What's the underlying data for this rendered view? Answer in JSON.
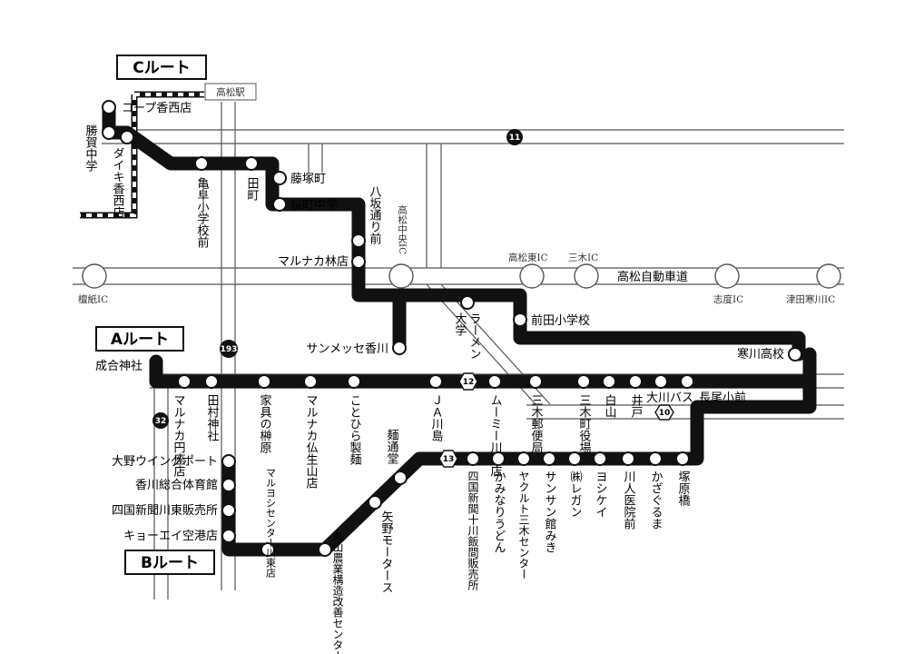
{
  "routes": {
    "a": "Aルート",
    "b": "Bルート",
    "c": "Cルート"
  },
  "station": "高松駅",
  "expressway": "高松自動車道",
  "interchanges": {
    "hiyoshi": "檀紙IC",
    "chuo": "高松中央IC",
    "higashi": "高松東IC",
    "miki": "三木IC",
    "shido": "志度IC",
    "tsuda": "津田寒川IC"
  },
  "road_numbers": {
    "r11": "11",
    "r193": "193",
    "r32": "32",
    "r12": "12",
    "r10": "10",
    "r13": "13"
  },
  "stops_c": {
    "coop": "コープ香西店",
    "katsuga": "勝賀中学",
    "daiki": "ダイキ香西店",
    "kamefuku": "亀阜小学校前",
    "tamachi": "田町",
    "fujitsuka": "藤塚町",
    "sakuramachi": "桜町中学",
    "yasaka": "八坂通り前",
    "marunaka_hayashi": "マルナカ林店",
    "sunmesse": "サンメッセ香川",
    "daigaku": "大学",
    "ramen": "ラーメン",
    "maeda": "前田小学校",
    "samukawa": "寒川高校"
  },
  "stops_a": {
    "narai": "成合神社",
    "marunaka_enza": "マルナカ円座店",
    "tamura": "田村神社",
    "kagu": "家具の榊原",
    "marunaka_busshozan": "マルナカ仏生山店",
    "kotohira": "ことひら製麺",
    "ja": "ＪＡ川島",
    "mumi": "ムーミー川島店",
    "miki_post": "三木郵便局",
    "miki_office": "三木町役場",
    "shirayama": "白山",
    "ido": "井戸",
    "okawa_bus": "大川バス",
    "nagao": "長尾小前"
  },
  "stops_b": {
    "ono": "大野ウイングポート",
    "kagawa_gym": "香川総合体育館",
    "shikoku_kawahigashi": "四国新聞川東販売所",
    "kyoei": "キョーエイ空港店",
    "maruyoshi": "マルヨシセンター川東店",
    "maruyama": "丸山農業構造改善センター",
    "yano": "矢野モータース",
    "mendori": "麺通堂",
    "shikoku_togawa": "四国新聞十川飯間販売所",
    "kaminari": "かみなりうどん",
    "yakult": "ヤクルト三木センター",
    "sunsun": "サンサン館みき",
    "regan": "㈱レガン",
    "yoshikei": "ヨシケイ",
    "kawahito": "川人医院前",
    "kazaguruma": "かざぐるま",
    "tsukahara": "塚原橋"
  }
}
